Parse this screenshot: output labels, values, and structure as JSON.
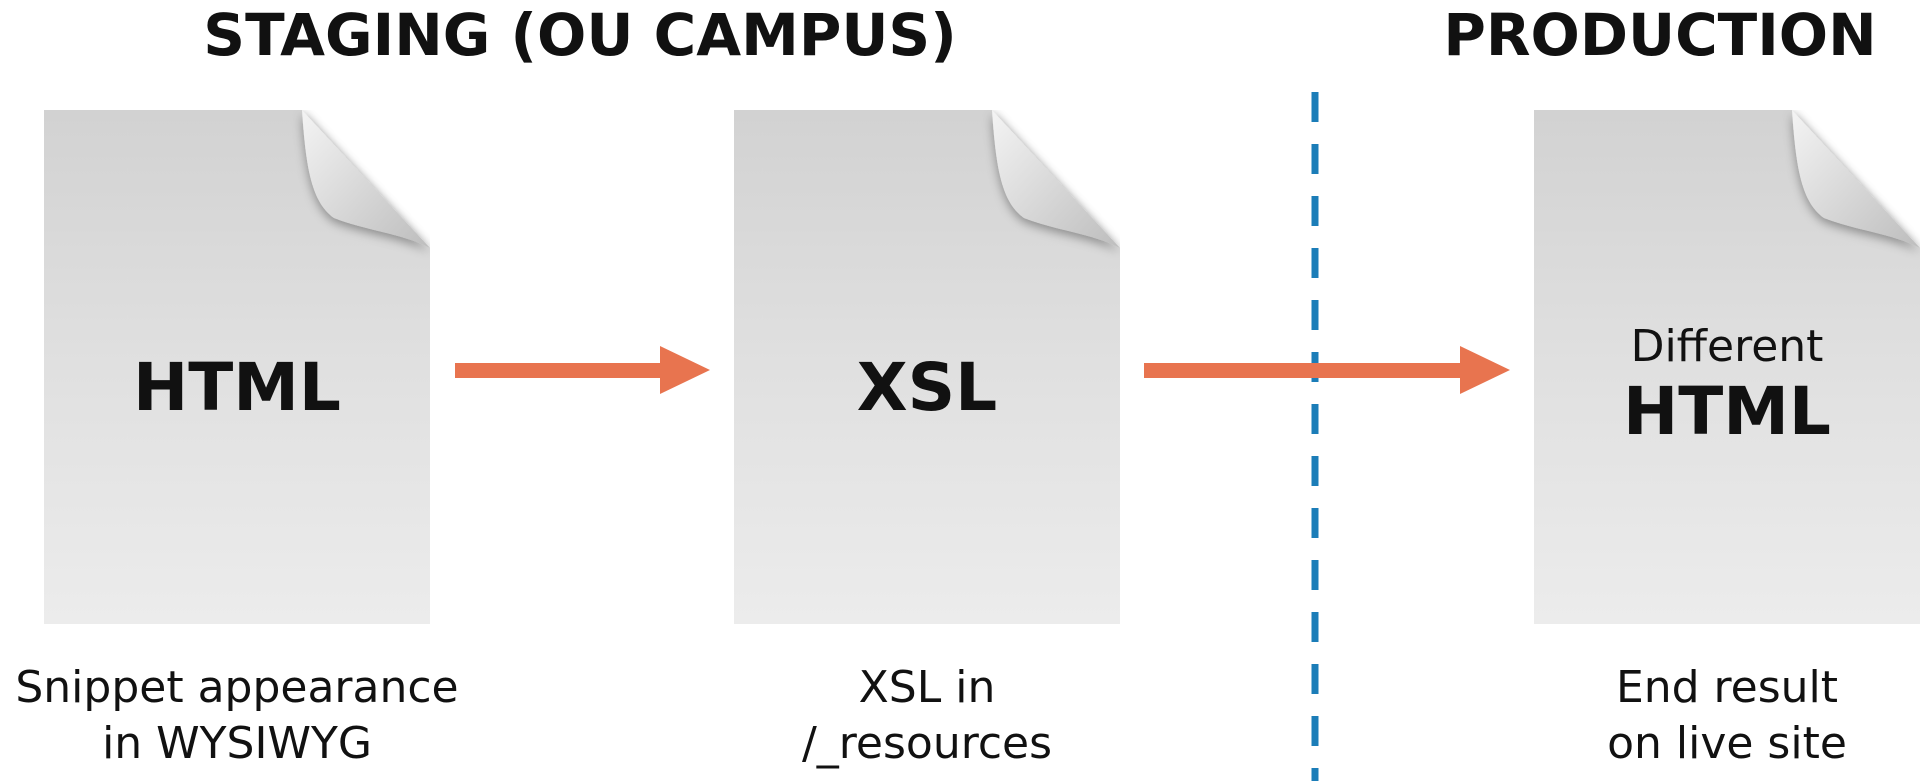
{
  "headings": {
    "staging": "STAGING (OU CAMPUS)",
    "production": "PRODUCTION"
  },
  "documents": [
    {
      "title": "HTML",
      "caption_line1": "Snippet appearance",
      "caption_line2": "in WYSIWYG"
    },
    {
      "title": "XSL",
      "caption_line1": "XSL in",
      "caption_line2": "/_resources"
    },
    {
      "subtitle": "Different",
      "title": "HTML",
      "caption_line1": "End result",
      "caption_line2": "on live site"
    }
  ],
  "colors": {
    "arrow": "#e8744f",
    "divider": "#1b7db8",
    "paper": "#dcdcdc"
  },
  "icons": [
    "document-icon",
    "arrow-right-icon",
    "dashed-divider"
  ]
}
